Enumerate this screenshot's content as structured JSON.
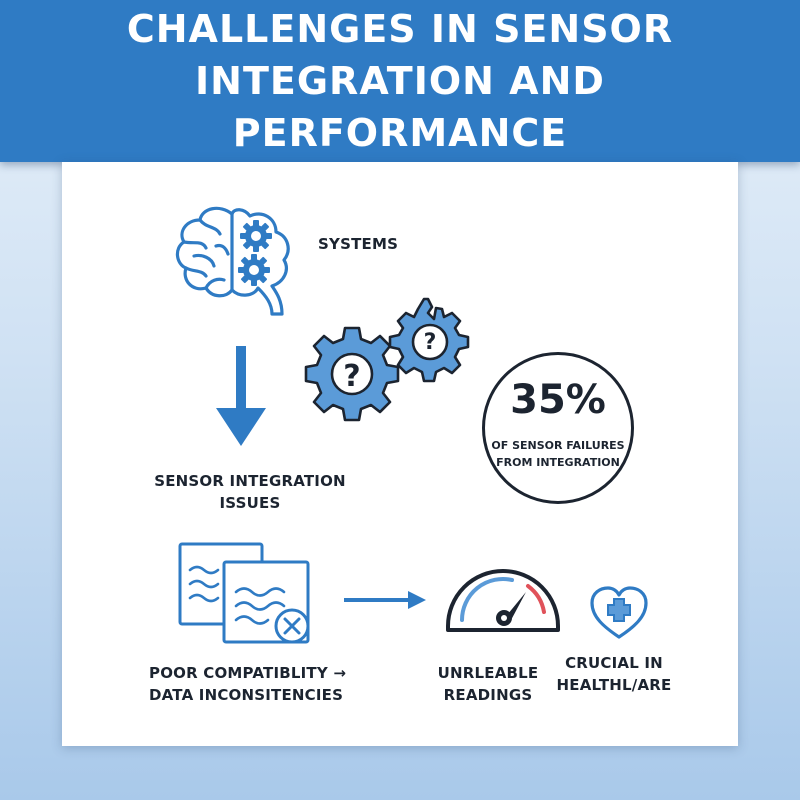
{
  "header": {
    "title_line1": "CHALLENGES IN SENSOR",
    "title_line2": "INTEGRATION AND PERFORMANCE"
  },
  "labels": {
    "systems": "SYSTEMS",
    "integration_line1": "SENSOR INTEGRATION",
    "integration_line2": "ISSUES",
    "compat_line1": "POOR COMPATIBLITY →",
    "compat_line2": "DATA INCONSITENCIES",
    "readings_line1": "UNRLEABLE",
    "readings_line2": "READINGS",
    "healthcare_line1": "CRUCIAL IN",
    "healthcare_line2": "HEALTHL/ARE"
  },
  "stat": {
    "value": "35%",
    "caption_line1": "OF SENSOR FAILURES",
    "caption_line2": "FROM INTEGRATION"
  },
  "colors": {
    "header_bg": "#2f7bc4",
    "icon_blue": "#2f7bc4",
    "icon_fill": "#5b9bd8",
    "ink": "#1c2430",
    "gauge_red": "#e0525a"
  },
  "icons": [
    "brain-gears-icon",
    "down-arrow-icon",
    "broken-gears-question-icon",
    "documents-error-icon",
    "right-arrow-icon",
    "gauge-icon",
    "heart-plus-icon"
  ]
}
